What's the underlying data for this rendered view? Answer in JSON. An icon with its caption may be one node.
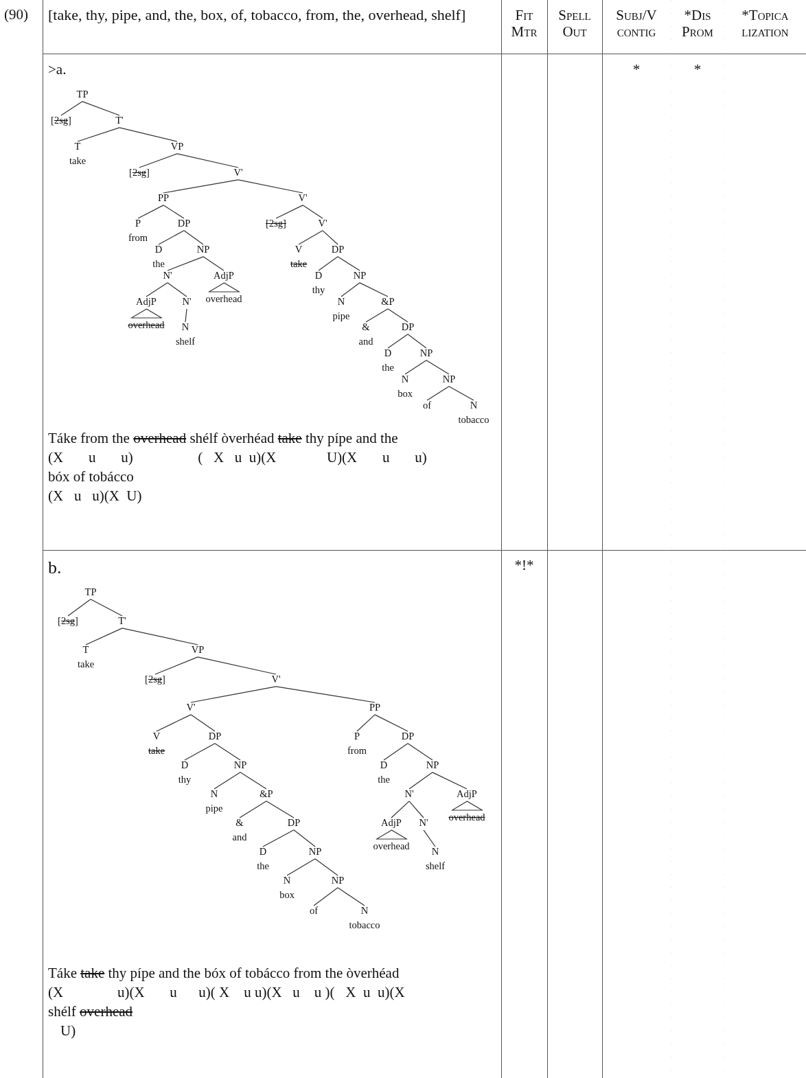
{
  "diagram": {
    "nodes": [
      {
        "text": [
          "TP"
        ]
      },
      {
        "text": [
          "[2sg]"
        ]
      },
      {
        "text": [
          "T'"
        ]
      },
      {
        "text": [
          "T",
          "take"
        ]
      },
      {
        "text": [
          "VP"
        ]
      },
      {
        "text": [
          "[2sg]"
        ]
      },
      {
        "text": [
          "V'"
        ]
      },
      {
        "text": [
          "PP"
        ]
      },
      {
        "text": [
          "P",
          "from"
        ]
      },
      {
        "text": [
          "DP"
        ]
      },
      {
        "text": [
          "D",
          "the"
        ]
      },
      {
        "text": [
          "NP"
        ]
      },
      {
        "text": [
          "N'"
        ]
      },
      {
        "text": [
          "AdjP",
          "overhead"
        ]
      },
      {
        "text": [
          "N'"
        ]
      },
      {
        "text": [
          "N",
          "shelf"
        ]
      },
      {
        "text": [
          "AdjP",
          "overhead"
        ]
      },
      {
        "text": [
          "V'"
        ]
      },
      {
        "text": [
          "[2sg]"
        ]
      },
      {
        "text": [
          "V'"
        ]
      },
      {
        "text": [
          "V",
          "take"
        ]
      },
      {
        "text": [
          "DP"
        ]
      },
      {
        "text": [
          "D",
          "thy"
        ]
      },
      {
        "text": [
          "NP"
        ]
      },
      {
        "text": [
          "N",
          "pipe"
        ]
      },
      {
        "text": [
          "&P"
        ]
      },
      {
        "text": [
          "&",
          "and"
        ]
      },
      {
        "text": [
          "DP"
        ]
      },
      {
        "text": [
          "D",
          "the"
        ]
      },
      {
        "text": [
          "NP"
        ]
      },
      {
        "text": [
          "N",
          "box"
        ]
      },
      {
        "text": [
          "NP"
        ]
      },
      {
        "text": [
          "of"
        ]
      },
      {
        "text": [
          "N",
          "tobacco"
        ]
      },
      {
        "text": [
          "TP"
        ]
      },
      {
        "text": [
          "[2sg]"
        ]
      },
      {
        "text": [
          "T'"
        ]
      },
      {
        "text": [
          "T",
          "take"
        ]
      },
      {
        "text": [
          "VP"
        ]
      },
      {
        "text": [
          "[2sg]"
        ]
      },
      {
        "text": [
          "V'"
        ]
      },
      {
        "text": [
          "V'"
        ]
      },
      {
        "text": [
          "V",
          "take"
        ]
      },
      {
        "text": [
          "DP"
        ]
      },
      {
        "text": [
          "D",
          "thy"
        ]
      },
      {
        "text": [
          "NP"
        ]
      },
      {
        "text": [
          "N",
          "pipe"
        ]
      },
      {
        "text": [
          "&P"
        ]
      },
      {
        "text": [
          "&",
          "and"
        ]
      },
      {
        "text": [
          "DP"
        ]
      },
      {
        "text": [
          "D",
          "the"
        ]
      },
      {
        "text": [
          "NP"
        ]
      },
      {
        "text": [
          "N",
          "box"
        ]
      },
      {
        "text": [
          "NP"
        ]
      },
      {
        "text": [
          "of"
        ]
      },
      {
        "text": [
          "N",
          "tobacco"
        ]
      },
      {
        "text": [
          "PP"
        ]
      },
      {
        "text": [
          "P",
          "from"
        ]
      },
      {
        "text": [
          "DP"
        ]
      },
      {
        "text": [
          "D",
          "the"
        ]
      },
      {
        "text": [
          "NP"
        ]
      },
      {
        "text": [
          "N'"
        ]
      },
      {
        "text": [
          "AdjP",
          "overhead"
        ]
      },
      {
        "text": [
          "N'"
        ]
      },
      {
        "text": [
          "N",
          "shelf"
        ]
      },
      {
        "text": [
          "AdjP",
          "overhead"
        ]
      }
    ],
    "edges": [
      {
        "from": 0,
        "to": 1,
        "arrow": "none"
      },
      {
        "from": 0,
        "to": 2,
        "arrow": "none"
      },
      {
        "from": 2,
        "to": 3,
        "arrow": "none"
      },
      {
        "from": 2,
        "to": 4,
        "arrow": "none"
      },
      {
        "from": 4,
        "to": 5,
        "arrow": "none"
      },
      {
        "from": 4,
        "to": 6,
        "arrow": "none"
      },
      {
        "from": 6,
        "to": 7,
        "arrow": "none"
      },
      {
        "from": 6,
        "to": 17,
        "arrow": "none"
      },
      {
        "from": 7,
        "to": 8,
        "arrow": "none"
      },
      {
        "from": 7,
        "to": 9,
        "arrow": "none"
      },
      {
        "from": 9,
        "to": 10,
        "arrow": "none"
      },
      {
        "from": 9,
        "to": 11,
        "arrow": "none"
      },
      {
        "from": 11,
        "to": 12,
        "arrow": "none"
      },
      {
        "from": 11,
        "to": 16,
        "arrow": "none"
      },
      {
        "from": 12,
        "to": 13,
        "arrow": "none"
      },
      {
        "from": 12,
        "to": 14,
        "arrow": "none"
      },
      {
        "from": 14,
        "to": 15,
        "arrow": "none"
      },
      {
        "from": 17,
        "to": 18,
        "arrow": "none"
      },
      {
        "from": 17,
        "to": 19,
        "arrow": "none"
      },
      {
        "from": 19,
        "to": 20,
        "arrow": "none"
      },
      {
        "from": 19,
        "to": 21,
        "arrow": "none"
      },
      {
        "from": 21,
        "to": 22,
        "arrow": "none"
      },
      {
        "from": 21,
        "to": 23,
        "arrow": "none"
      },
      {
        "from": 23,
        "to": 24,
        "arrow": "none"
      },
      {
        "from": 23,
        "to": 25,
        "arrow": "none"
      },
      {
        "from": 25,
        "to": 26,
        "arrow": "none"
      },
      {
        "from": 25,
        "to": 27,
        "arrow": "none"
      },
      {
        "from": 27,
        "to": 28,
        "arrow": "none"
      },
      {
        "from": 27,
        "to": 29,
        "arrow": "none"
      },
      {
        "from": 29,
        "to": 30,
        "arrow": "none"
      },
      {
        "from": 29,
        "to": 31,
        "arrow": "none"
      },
      {
        "from": 31,
        "to": 32,
        "arrow": "none"
      },
      {
        "from": 31,
        "to": 33,
        "arrow": "none"
      },
      {
        "from": 34,
        "to": 35,
        "arrow": "none"
      },
      {
        "from": 34,
        "to": 36,
        "arrow": "none"
      },
      {
        "from": 36,
        "to": 37,
        "arrow": "none"
      },
      {
        "from": 36,
        "to": 38,
        "arrow": "none"
      },
      {
        "from": 38,
        "to": 39,
        "arrow": "none"
      },
      {
        "from": 38,
        "to": 40,
        "arrow": "none"
      },
      {
        "from": 40,
        "to": 41,
        "arrow": "none"
      },
      {
        "from": 40,
        "to": 56,
        "arrow": "none"
      },
      {
        "from": 41,
        "to": 42,
        "arrow": "none"
      },
      {
        "from": 41,
        "to": 43,
        "arrow": "none"
      },
      {
        "from": 43,
        "to": 44,
        "arrow": "none"
      },
      {
        "from": 43,
        "to": 45,
        "arrow": "none"
      },
      {
        "from": 45,
        "to": 46,
        "arrow": "none"
      },
      {
        "from": 45,
        "to": 47,
        "arrow": "none"
      },
      {
        "from": 47,
        "to": 48,
        "arrow": "none"
      },
      {
        "from": 47,
        "to": 49,
        "arrow": "none"
      },
      {
        "from": 49,
        "to": 50,
        "arrow": "none"
      },
      {
        "from": 49,
        "to": 51,
        "arrow": "none"
      },
      {
        "from": 51,
        "to": 52,
        "arrow": "none"
      },
      {
        "from": 51,
        "to": 53,
        "arrow": "none"
      },
      {
        "from": 53,
        "to": 54,
        "arrow": "none"
      },
      {
        "from": 53,
        "to": 55,
        "arrow": "none"
      },
      {
        "from": 56,
        "to": 57,
        "arrow": "none"
      },
      {
        "from": 56,
        "to": 58,
        "arrow": "none"
      },
      {
        "from": 58,
        "to": 59,
        "arrow": "none"
      },
      {
        "from": 58,
        "to": 60,
        "arrow": "none"
      },
      {
        "from": 60,
        "to": 61,
        "arrow": "none"
      },
      {
        "from": 60,
        "to": 65,
        "arrow": "none"
      },
      {
        "from": 61,
        "to": 62,
        "arrow": "none"
      },
      {
        "from": 61,
        "to": 63,
        "arrow": "none"
      },
      {
        "from": 63,
        "to": 64,
        "arrow": "none"
      }
    ],
    "labels": [
      "(90)",
      "[take, thy, pipe, and, the, box, of, tobacco, from, the, overhead, shelf]",
      "Fit Mtr",
      "Spell Out",
      "Subj/V contig",
      "*Dis Prom",
      "*Topica lization",
      ">a.",
      "*",
      "*",
      "Táke from the overhead shélf òverhéad take thy pípe and the",
      "(X       u       u)                  (   X   u  u)(X              U)(X       u       u)",
      "bóx of tobácco",
      "(X   u   u)(X  U)",
      "b.",
      "*!*",
      "Táke take thy pípe and the bóx of tobácco from the òverhéad",
      "(X               u)(X       u      u)( X    u u)(X   u    u )(   X  u  u)(X",
      "shélf overhead",
      "U)"
    ]
  }
}
